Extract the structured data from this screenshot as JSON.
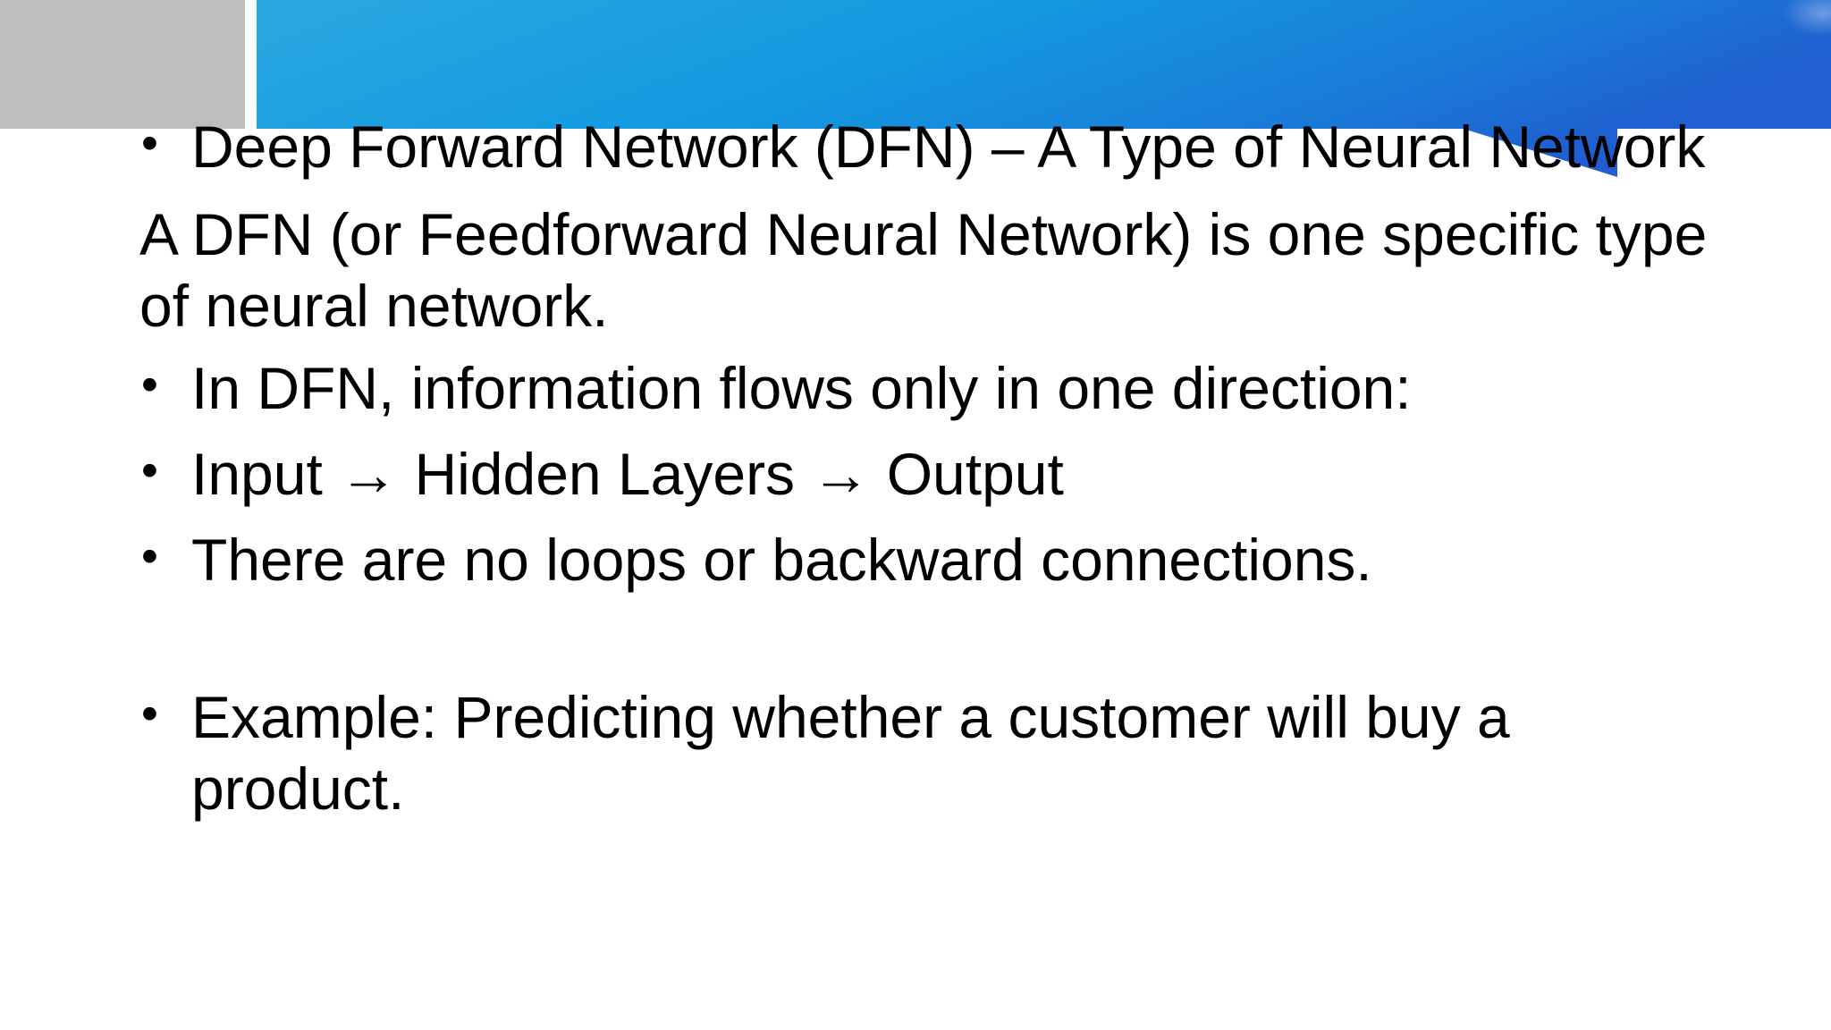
{
  "slide": {
    "banner_colors": {
      "light": "#2aa7e0",
      "mid": "#139ae0",
      "dark": "#1f6fd6",
      "gray_block": "#bdbdbd"
    },
    "bullet_icon": "bullet-dot",
    "items": [
      {
        "type": "bullet",
        "text": "Deep Forward Network (DFN) – A Type of Neural Network"
      },
      {
        "type": "plain",
        "text": "A DFN (or Feedforward Neural Network) is one specific type of neural network."
      },
      {
        "type": "bullet",
        "text": "In DFN, information flows only in one direction:"
      },
      {
        "type": "bullet",
        "text": "Input → Hidden Layers → Output"
      },
      {
        "type": "bullet",
        "text": "There are no loops or backward connections."
      },
      {
        "type": "bullet",
        "text": "Example: Predicting whether a customer will buy a product."
      }
    ],
    "bullet_char": "•"
  }
}
